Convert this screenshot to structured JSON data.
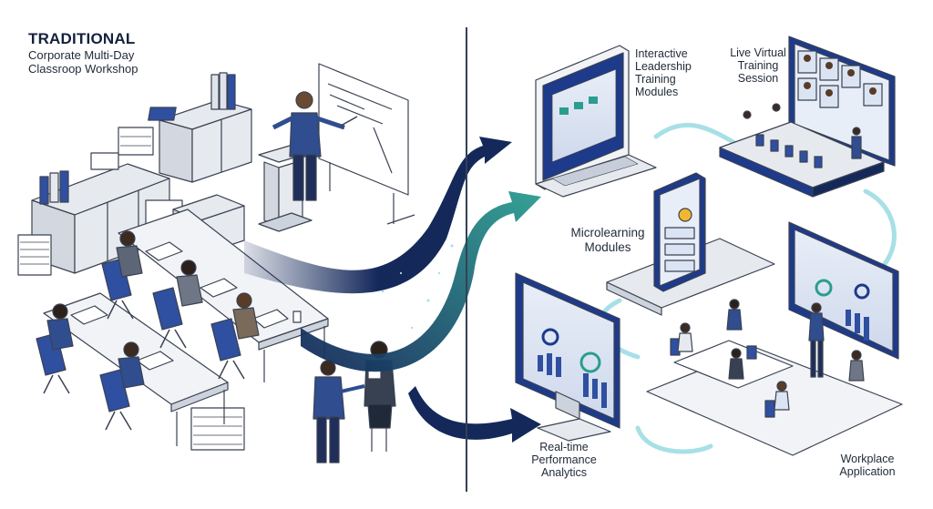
{
  "title": {
    "heading": "TRADITIONAL",
    "subheading": "Corporate Multi-Day Classroop Workshop"
  },
  "labels": {
    "interactive": "Interactive Leadership Training Modules",
    "virtual": "Live Virtual Training Session",
    "microlearning": "Microlearning Modules",
    "analytics": "Real-time Performance Analytics",
    "workplace": "Workplace Application"
  },
  "colors": {
    "navy": "#14285a",
    "teal": "#2a9d8f",
    "suit": "#2f4d8f",
    "chair": "#2f4fa0",
    "furniture": "#e6e9ee",
    "outline": "#3b4252",
    "screen": "#1e3a8a"
  }
}
